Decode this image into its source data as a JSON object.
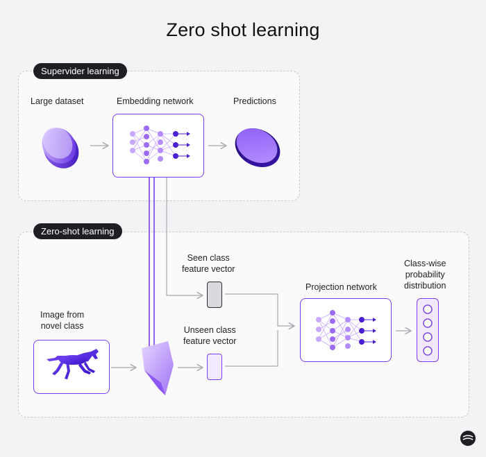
{
  "title": "Zero shot learning",
  "supervised": {
    "section_label": "Supervider learning",
    "large_dataset": "Large dataset",
    "embedding_network": "Embedding network",
    "predictions": "Predictions"
  },
  "zero_shot": {
    "section_label": "Zero-shot learning",
    "image_novel_class": [
      "Image from",
      "novel class"
    ],
    "seen_vector": [
      "Seen class",
      "feature vector"
    ],
    "unseen_vector": [
      "Unseen class",
      "feature vector"
    ],
    "projection_network": "Projection network",
    "classwise_distribution": [
      "Class-wise",
      "probability",
      "distribution"
    ]
  },
  "colors": {
    "accent": "#7a3df0",
    "accent_dark": "#4b1fd1",
    "accent_light": "#c9a8ff",
    "node_mid": "#9b6bf5"
  },
  "icons": [
    "disc-stack-icon",
    "disc-icon",
    "horse-icon",
    "prism-icon",
    "logo-icon"
  ]
}
